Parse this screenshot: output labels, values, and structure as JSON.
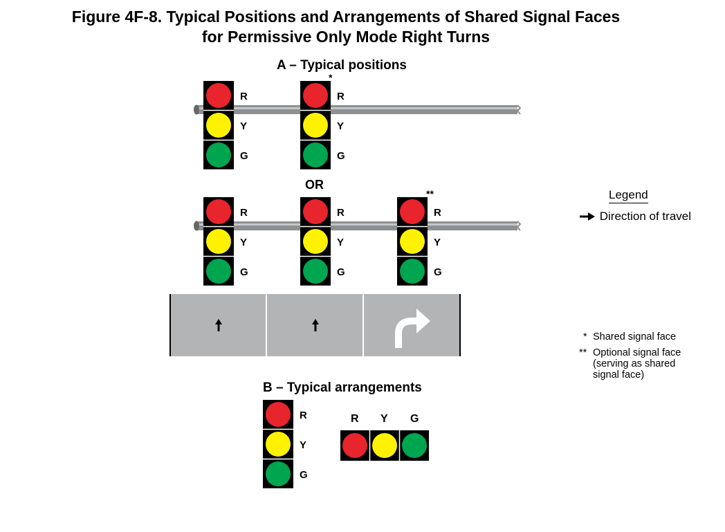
{
  "figure": {
    "title_line1": "Figure 4F-8.  Typical Positions and Arrangements of Shared Signal Faces",
    "title_line2": "for Permissive Only Mode Right Turns"
  },
  "section_a": {
    "title": "A – Typical positions",
    "or_label": "OR",
    "shared_marker": "*",
    "optional_marker": "**"
  },
  "section_b": {
    "title": "B – Typical arrangements",
    "horizontal_labels": [
      "R",
      "Y",
      "G"
    ]
  },
  "lamp_labels": {
    "red": "R",
    "yellow": "Y",
    "green": "G"
  },
  "colors": {
    "red": "#e8242c",
    "yellow": "#fff200",
    "green": "#00a550",
    "housing": "#000000",
    "pavement": "#b2b4b6",
    "mast_arm": "#8d8f91"
  },
  "lanes": [
    {
      "arrow": "straight-arrow-icon"
    },
    {
      "arrow": "straight-arrow-icon"
    },
    {
      "arrow": "right-turn-arrow-icon"
    }
  ],
  "legend": {
    "title": "Legend",
    "item": "Direction of travel",
    "icon": "right-arrow-icon"
  },
  "notes": {
    "shared_mark": "*",
    "shared_text": "Shared signal face",
    "optional_mark": "**",
    "optional_line1": "Optional signal face",
    "optional_line2": "(serving as shared",
    "optional_line3": "signal face)"
  }
}
